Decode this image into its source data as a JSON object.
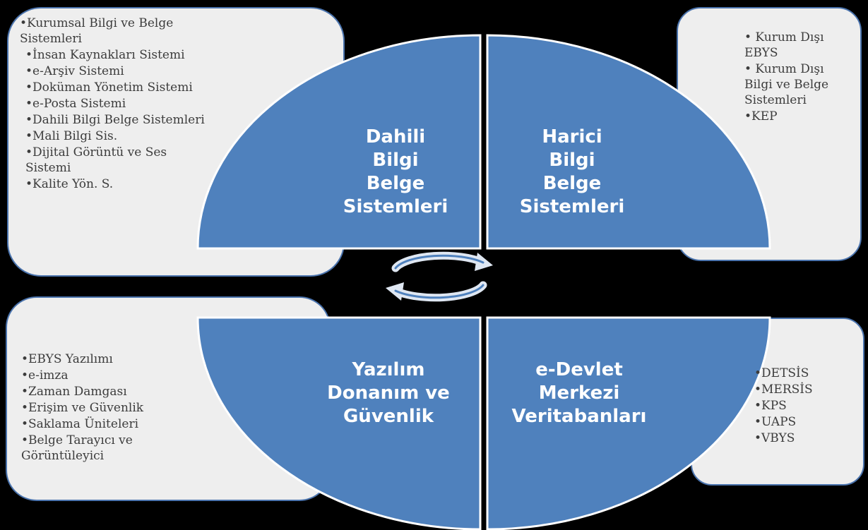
{
  "diagram": {
    "quadrants": [
      {
        "id": "dahili",
        "label_lines": [
          "Dahili",
          "Bilgi",
          "Belge",
          "Sistemleri"
        ],
        "items": [
          "•Kurumsal Bilgi ve Belge Sistemleri",
          "•İnsan Kaynakları Sistemi",
          "•e-Arşiv Sistemi",
          "•Doküman Yönetim Sistemi",
          "•e-Posta Sistemi",
          "•Dahili Bilgi Belge Sistemleri",
          "•Mali Bilgi Sis.",
          "•Dijital Görüntü ve Ses Sistemi",
          "•Kalite Yön. S."
        ]
      },
      {
        "id": "harici",
        "label_lines": [
          "Harici",
          "Bilgi",
          "Belge",
          "Sistemleri"
        ],
        "items": [
          "• Kurum Dışı EBYS",
          "• Kurum Dışı Bilgi ve Belge Sistemleri",
          "•KEP"
        ]
      },
      {
        "id": "yazilim",
        "label_lines": [
          "Yazılım",
          "Donanım ve",
          "Güvenlik"
        ],
        "items": [
          "•EBYS Yazılımı",
          "•e-imza",
          "•Zaman Damgası",
          "•Erişim ve Güvenlik",
          "•Saklama Üniteleri",
          "•Belge Tarayıcı ve Görüntüleyici"
        ]
      },
      {
        "id": "edevlet",
        "label_lines": [
          "e-Devlet",
          "Merkezi",
          "Veritabanları"
        ],
        "items": [
          "•DETSİS",
          "•MERSİS",
          "•KPS",
          "•UAPS",
          "•VBYS"
        ]
      }
    ],
    "cycle_icon": "circular-arrows-icon",
    "colors": {
      "background": "#000000",
      "quadrant_fill": "#4f81bd",
      "quadrant_border": "#ffffff",
      "box_fill": "#eeeeee",
      "box_border": "#4a73ad",
      "label_text": "#ffffff",
      "list_text": "#3c3c3c"
    }
  }
}
